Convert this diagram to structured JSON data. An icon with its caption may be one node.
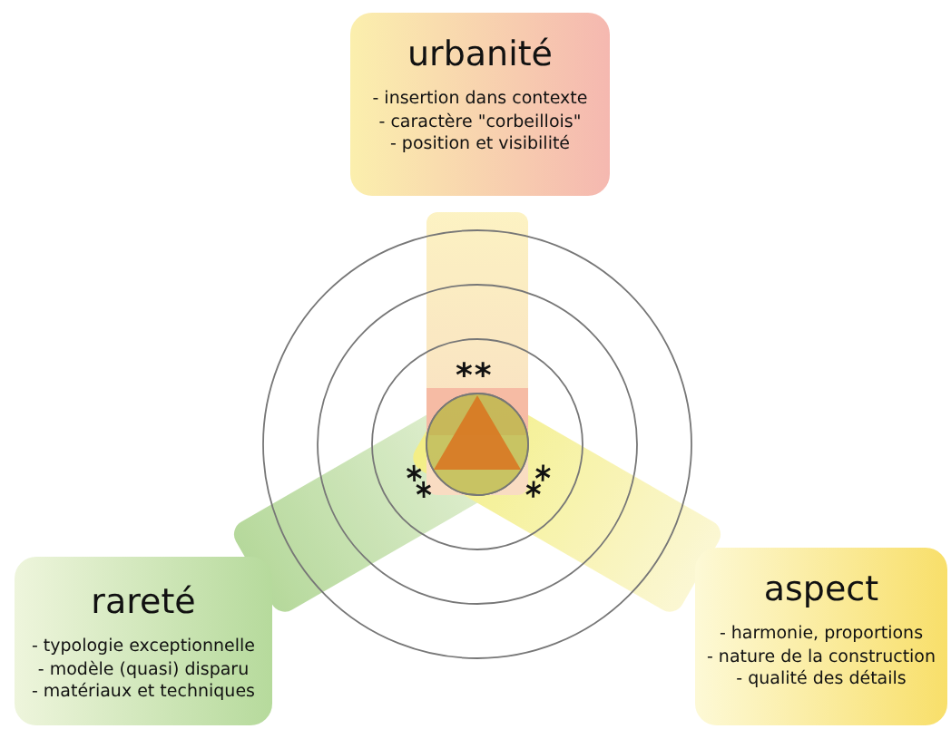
{
  "diagram": {
    "nodes": [
      {
        "text": [
          "urbanité",
          "- insertion dans contexte",
          "- caractère \"corbeillois\"",
          "- position et visibilité"
        ]
      },
      {
        "text": [
          "rareté",
          "- typologie exceptionnelle",
          "- modèle (quasi) disparu",
          "- matériaux et techniques"
        ]
      },
      {
        "text": [
          "aspect",
          "- harmonie, proportions",
          "- nature de la construction",
          "- qualité des détails"
        ]
      }
    ],
    "labels": [
      "**",
      "**",
      "**"
    ]
  }
}
